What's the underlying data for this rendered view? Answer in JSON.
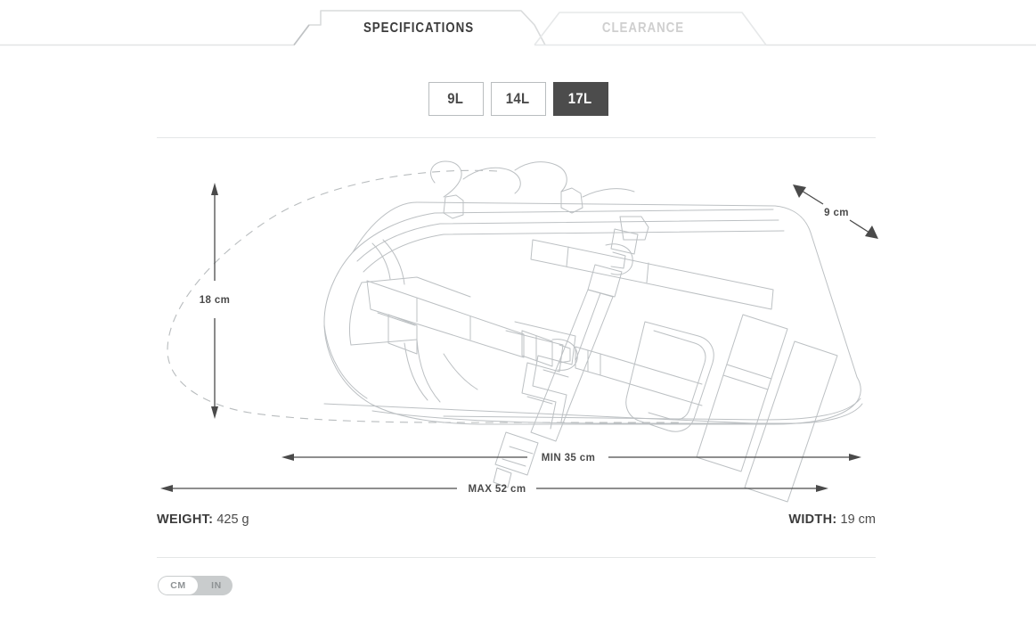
{
  "tabs": [
    {
      "label": "SPECIFICATIONS",
      "active": true
    },
    {
      "label": "CLEARANCE",
      "active": false
    }
  ],
  "volume_selector": {
    "options": [
      {
        "label": "9L",
        "selected": false
      },
      {
        "label": "14L",
        "selected": false
      },
      {
        "label": "17L",
        "selected": true
      }
    ]
  },
  "diagram": {
    "height_label": "18 cm",
    "depth_label": "9 cm",
    "min_length_label": "MIN 35 cm",
    "max_length_label": "MAX 52 cm"
  },
  "specs": {
    "weight_label": "WEIGHT:",
    "weight_value": "425 g",
    "width_label": "WIDTH:",
    "width_value": "19 cm"
  },
  "unit_toggle": {
    "cm_label": "CM",
    "in_label": "IN",
    "active": "CM"
  },
  "colors": {
    "accent_selected": "#4c4c4c",
    "text_dark": "#3c3c3c",
    "text_muted": "#8e9294",
    "tab_inactive": "#cfcfcf",
    "line_light": "#e4e6e7",
    "artwork_line": "#b9bdc0",
    "dimension_line": "#4a4a4a"
  }
}
